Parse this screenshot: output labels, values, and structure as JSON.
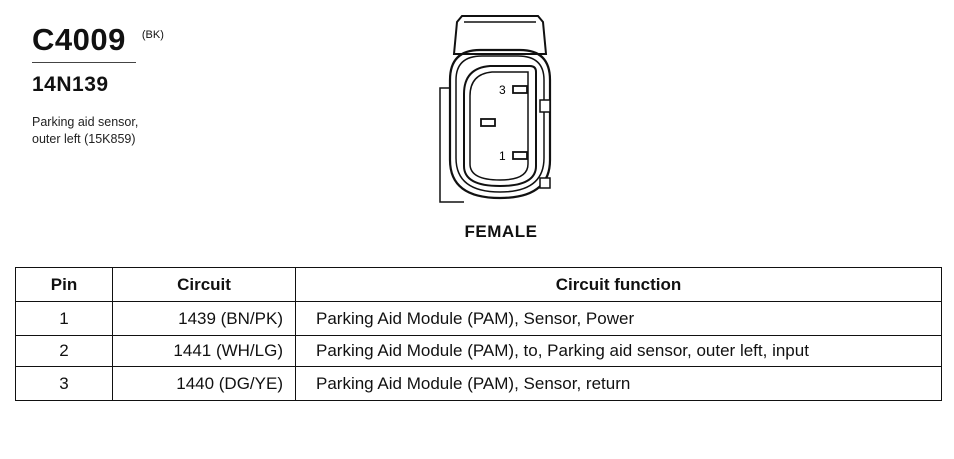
{
  "connector": {
    "id": "C4009",
    "color_code": "(BK)",
    "part_number": "14N139",
    "description": "Parking aid sensor,\nouter left (15K859)",
    "gender": "FEMALE",
    "diagram_pin_labels": [
      "3",
      "1"
    ]
  },
  "table": {
    "headers": {
      "pin": "Pin",
      "circuit": "Circuit",
      "function": "Circuit function"
    },
    "rows": [
      {
        "pin": "1",
        "circuit": "1439 (BN/PK)",
        "function": "Parking Aid Module (PAM), Sensor, Power"
      },
      {
        "pin": "2",
        "circuit": "1441 (WH/LG)",
        "function": "Parking Aid Module (PAM), to, Parking aid sensor, outer left, input"
      },
      {
        "pin": "3",
        "circuit": "1440 (DG/YE)",
        "function": "Parking Aid Module (PAM), Sensor, return"
      }
    ]
  }
}
